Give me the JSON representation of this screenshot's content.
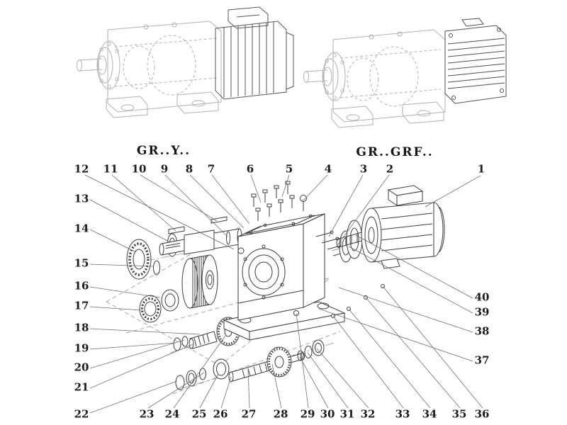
{
  "diagram": {
    "variant_left": "GR..Y..",
    "variant_right": "GR..GRF..",
    "callouts": {
      "top": [
        "12",
        "11",
        "10",
        "9",
        "8",
        "7",
        "6",
        "5",
        "4",
        "3",
        "2",
        "1"
      ],
      "left": [
        "13",
        "14",
        "15",
        "16",
        "17",
        "18",
        "19",
        "20",
        "21",
        "22"
      ],
      "bottom": [
        "23",
        "24",
        "25",
        "26",
        "27",
        "28",
        "29",
        "30",
        "31",
        "32",
        "33",
        "34",
        "35",
        "36"
      ],
      "right": [
        "40",
        "39",
        "38",
        "37"
      ]
    },
    "colors": {
      "main_line": "#3d3d3d",
      "light_line": "#b2b2b2",
      "leader_line": "#6f6f6f",
      "text": "#1c1c1c",
      "background": "#ffffff"
    }
  }
}
